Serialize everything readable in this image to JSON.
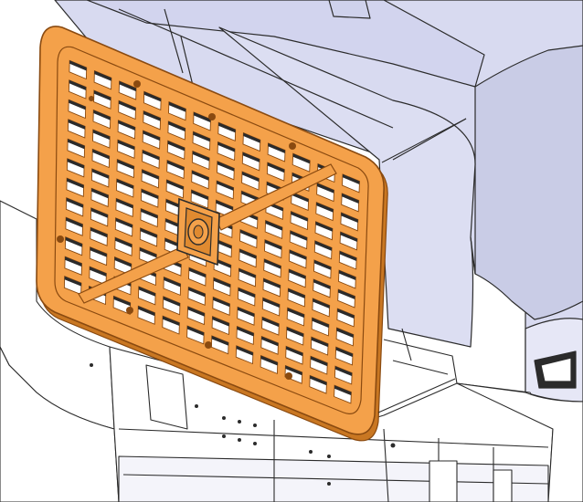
{
  "colors": {
    "background": "#ffffff",
    "cab_body": "#d8daf0",
    "cab_body_shade": "#c9cce6",
    "line": "#2b2b2b",
    "grille_fill": "#f4a14a",
    "grille_edge": "#8a4a10",
    "grille_shadow": "#c97722"
  },
  "diagram": {
    "subject": "truck-front-grille",
    "highlighted_part": "grille",
    "grille_grid": {
      "rows": 12,
      "columns": 12
    }
  }
}
